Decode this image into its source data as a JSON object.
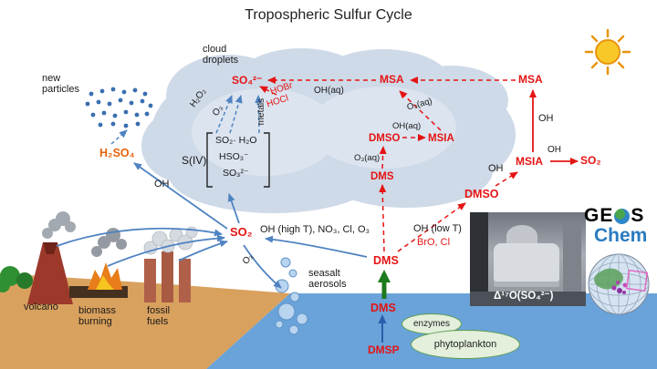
{
  "title": "Tropospheric Sulfur Cycle",
  "colors": {
    "species_red": "#e51414",
    "h2so4_orange": "#e8620c",
    "arrow_blue": "#4f83c2",
    "arrow_green": "#1e7a1e",
    "water_blue": "#69a3d9",
    "ground_tan": "#d9a15e",
    "cloud_fill": "#cfdae8",
    "chem_logo_blue": "#2b7bbf"
  },
  "labels": {
    "cloud_droplets": "cloud droplets",
    "new_particles": "new particles",
    "so4": "SO₄²⁻",
    "h2o2": "H₂O₂",
    "o3_a": "O₃",
    "metals": "metals",
    "hobr": "HOBr",
    "hocl": "HOCl",
    "oh_aq_1": "OH(aq)",
    "msa_left": "MSA",
    "msa_right": "MSA",
    "siv": "S(IV)",
    "so2_h2o": "SO₂· H₂O",
    "hso3": "HSO₃⁻",
    "so3": "SO₃²⁻",
    "h2so4": "H₂SO₄",
    "oh_1": "OH",
    "dmso_cloud": "DMSO",
    "msia_cloud": "MSIA",
    "oh_aq_2": "OH(aq)",
    "o3_aq_1": "O₃(aq)",
    "dms_cloud": "DMS",
    "o3_aq_2": "O₃(aq)",
    "oh_2": "OH",
    "msia_right": "MSIA",
    "so2_right": "SO₂",
    "oh_3": "OH",
    "oh_4": "OH",
    "dmso_right": "DMSO",
    "so2_main": "SO₂",
    "oh_high_t": "OH (high T), NO₃, Cl, O₃",
    "o3_b": "O₃",
    "dms_mid": "DMS",
    "oh_low_t": "OH (low T)",
    "bro_cl": "BrO, Cl",
    "seasalt": "seasalt aerosols",
    "volcano": "volcano",
    "biomass": "biomass burning",
    "fossil": "fossil fuels",
    "dms_ocean": "DMS",
    "enzymes": "enzymes",
    "phytoplankton": "phytoplankton",
    "dmsp": "DMSP",
    "delta17o": "Δ¹⁷O(SO₄²⁻)",
    "geos_ge": "GE",
    "geos_s": "S",
    "geos_chem": "Chem"
  }
}
